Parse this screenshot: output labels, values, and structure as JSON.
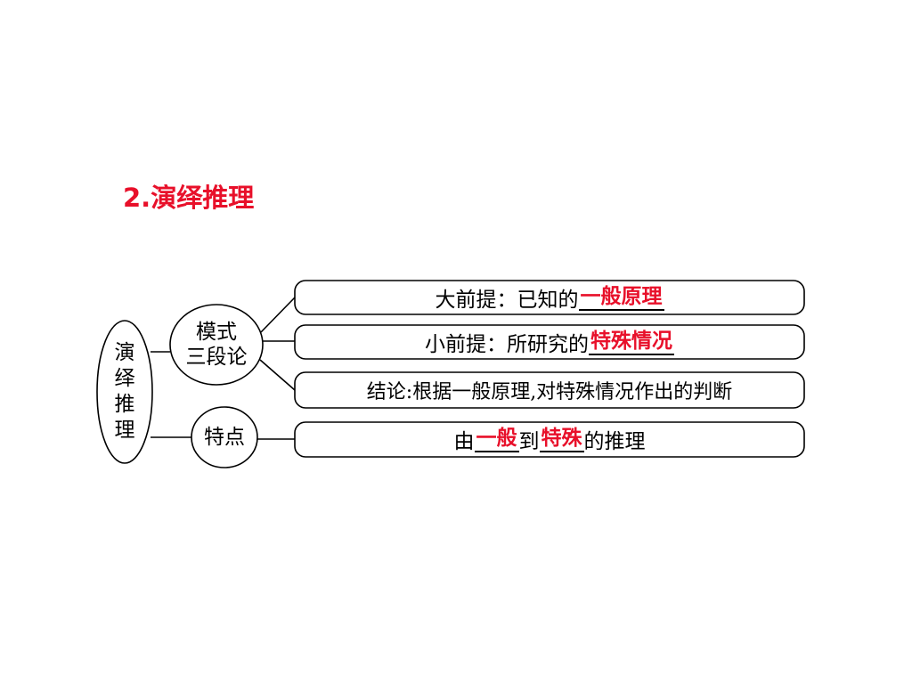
{
  "title": "2.演绎推理",
  "colors": {
    "title": "#e8102a",
    "highlight": "#e8102a",
    "stroke": "#000000",
    "background": "#ffffff"
  },
  "root": "演绎推理",
  "branches": [
    {
      "label_line1": "模式",
      "label_line2": "三段论",
      "items": [
        {
          "prefix": "大前提：已知的",
          "highlight": "一般原理",
          "suffix": ""
        },
        {
          "prefix": "小前提：所研究的",
          "highlight": "特殊情况",
          "suffix": ""
        },
        {
          "text": "结论:根据一般原理,对特殊情况作出的判断"
        }
      ]
    },
    {
      "label": "特点",
      "item": {
        "part1": "由",
        "highlight1": "一般",
        "part2": "到",
        "highlight2": "特殊",
        "part3": "的推理"
      }
    }
  ]
}
